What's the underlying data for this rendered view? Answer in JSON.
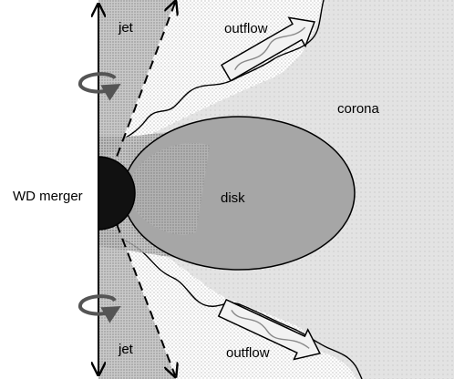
{
  "labels": {
    "jet_top": "jet",
    "jet_bottom": "jet",
    "outflow_top": "outflow",
    "outflow_bottom": "outflow",
    "corona": "corona",
    "disk": "disk",
    "wd_merger": "WD merger"
  },
  "colors": {
    "corona_fill": "#e6e6e6",
    "disk_fill": "#a6a6a6",
    "jet_fill": "#c8c8c8",
    "wd_fill": "#111111",
    "arrow_fill": "#f2f2f2",
    "rotation_arrow": "#555555"
  },
  "icons": [
    "rotation-arrow-icon",
    "outflow-arrow-icon",
    "vertical-axis-arrow-icon"
  ]
}
